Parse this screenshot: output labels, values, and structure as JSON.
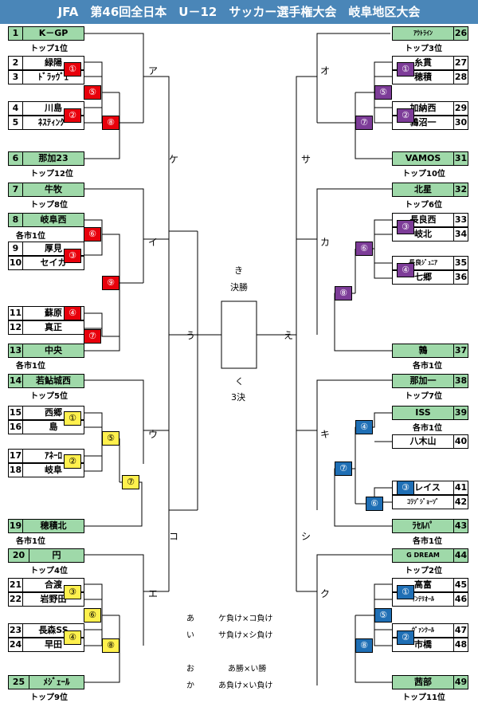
{
  "header": {
    "title": "JFA　第46回全日本　U－12　サッカー選手権大会　岐阜地区大会"
  },
  "left_teams": [
    {
      "num": "1",
      "name": "K－GP",
      "sub": "トップ1位"
    },
    {
      "num": "2",
      "name": "緑陽"
    },
    {
      "num": "3",
      "name": "ﾄﾞﾗｯｳﾞｪ"
    },
    {
      "num": "4",
      "name": "川島"
    },
    {
      "num": "5",
      "name": "ﾈｽﾃｨﾝｸﾞ"
    },
    {
      "num": "6",
      "name": "那加23",
      "sub": "トップ12位"
    },
    {
      "num": "7",
      "name": "牛牧",
      "sub": "トップ8位"
    },
    {
      "num": "8",
      "name": "岐阜西",
      "sub": "各市1位"
    },
    {
      "num": "9",
      "name": "厚見"
    },
    {
      "num": "10",
      "name": "セイカ"
    },
    {
      "num": "11",
      "name": "蘇原"
    },
    {
      "num": "12",
      "name": "真正"
    },
    {
      "num": "13",
      "name": "中央",
      "sub": "各市1位"
    },
    {
      "num": "14",
      "name": "若鮎城西",
      "sub": "トップ5位"
    },
    {
      "num": "15",
      "name": "西郷"
    },
    {
      "num": "16",
      "name": "島"
    },
    {
      "num": "17",
      "name": "ｱﾈｰﾛ"
    },
    {
      "num": "18",
      "name": "岐阜"
    },
    {
      "num": "19",
      "name": "穂積北",
      "sub": "各市1位"
    },
    {
      "num": "20",
      "name": "円",
      "sub": "トップ4位"
    },
    {
      "num": "21",
      "name": "合渡"
    },
    {
      "num": "22",
      "name": "岩野田"
    },
    {
      "num": "23",
      "name": "長森SS"
    },
    {
      "num": "24",
      "name": "早田"
    },
    {
      "num": "25",
      "name": "ﾒｼﾞｪｰﾙ",
      "sub": "トップ9位"
    }
  ],
  "right_teams": [
    {
      "num": "26",
      "name": "ｱｳﾄﾗｲﾝ",
      "sub": "トップ3位"
    },
    {
      "num": "27",
      "name": "糸貫"
    },
    {
      "num": "28",
      "name": "穂積"
    },
    {
      "num": "29",
      "name": "加納西"
    },
    {
      "num": "30",
      "name": "鶉沼一"
    },
    {
      "num": "31",
      "name": "VAMOS",
      "sub": "トップ10位"
    },
    {
      "num": "32",
      "name": "北星",
      "sub": "トップ6位"
    },
    {
      "num": "33",
      "name": "長良西"
    },
    {
      "num": "34",
      "name": "岐北"
    },
    {
      "num": "35",
      "name": "長良ｼﾞｭﾆｱ"
    },
    {
      "num": "36",
      "name": "七郷"
    },
    {
      "num": "37",
      "name": "鶉",
      "sub": "各市1位"
    },
    {
      "num": "38",
      "name": "那加一",
      "sub": "トップ7位"
    },
    {
      "num": "39",
      "name": "ISS",
      "sub": "各市1位"
    },
    {
      "num": "40",
      "name": "八木山"
    },
    {
      "num": "41",
      "name": "トレイス"
    },
    {
      "num": "42",
      "name": "ｺﾗｿﾞｼﾞｮｰｿﾞ"
    },
    {
      "num": "43",
      "name": "ﾗｾﾙﾊﾟ",
      "sub": "各市1位"
    },
    {
      "num": "44",
      "name": "G DREAM",
      "sub": "トップ2位"
    },
    {
      "num": "45",
      "name": "高富"
    },
    {
      "num": "46",
      "name": "ｲﾝﾃﾘｵｰﾙ"
    },
    {
      "num": "47",
      "name": "ｳﾞｧﾝｸｰﾙ"
    },
    {
      "num": "48",
      "name": "市橋"
    },
    {
      "num": "49",
      "name": "茜部",
      "sub": "トップ11位"
    }
  ],
  "match_labels": [
    "①",
    "②",
    "③",
    "④",
    "⑤",
    "⑥",
    "⑦",
    "⑧",
    "⑨"
  ],
  "round_labels": {
    "a": "ア",
    "i": "イ",
    "u": "ウ",
    "e": "エ",
    "o": "オ",
    "ka": "カ",
    "ki": "キ",
    "ku": "ク",
    "ke": "ケ",
    "ko": "コ",
    "sa": "サ",
    "shi": "シ",
    "u2": "う",
    "e2": "え"
  },
  "centre": {
    "ki": "き",
    "final": "決勝",
    "ku": "く",
    "third": "3決"
  },
  "legend": [
    {
      "key": "あ",
      "text": "ケ負け×コ負け"
    },
    {
      "key": "い",
      "text": "サ負け×シ負け"
    },
    {
      "key": "お",
      "text": "あ勝×い勝"
    },
    {
      "key": "か",
      "text": "あ負け×い負け"
    }
  ],
  "colors": {
    "header": "#4a86b8",
    "team_highlight": "#9fd9a9",
    "red": "#e8000b",
    "purple": "#7d3c98",
    "yellow": "#fff04d",
    "blue": "#1f6fb5"
  }
}
